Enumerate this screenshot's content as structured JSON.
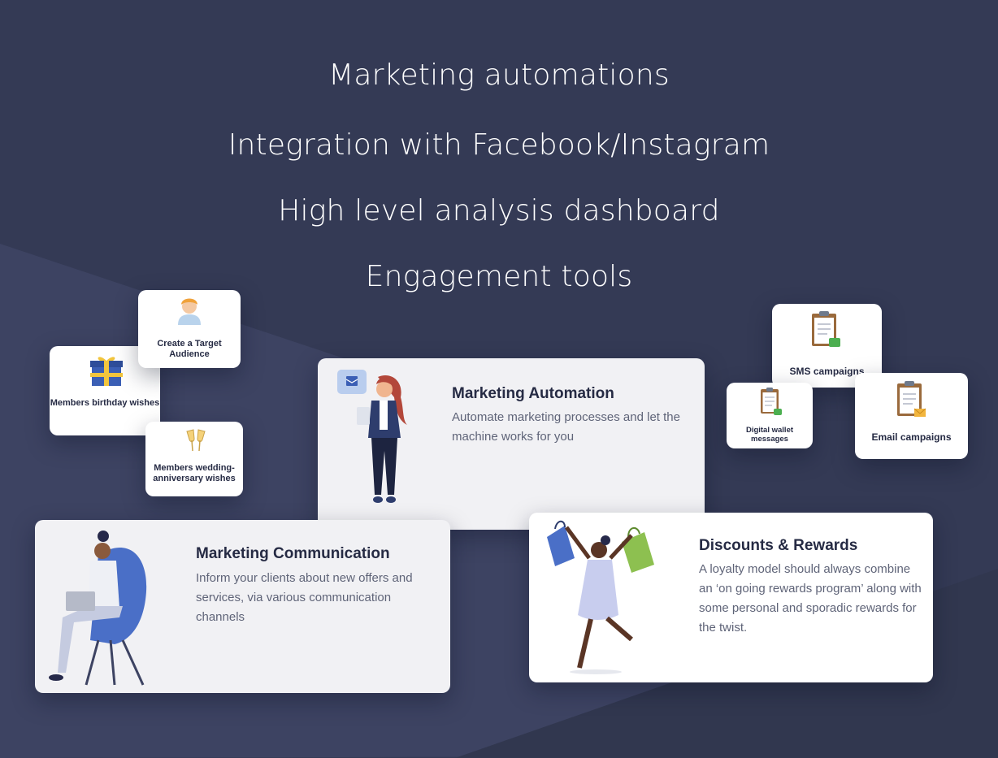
{
  "headlines": [
    "Marketing automations",
    "Integration with Facebook/Instagram",
    "High level analysis dashboard",
    "Engagement tools"
  ],
  "small_cards": {
    "target_audience": "Create a Target Audience",
    "birthday": "Members birthday wishes",
    "anniversary": "Members wedding-anniversary wishes",
    "sms": "SMS campaigns",
    "wallet": "Digital wallet messages",
    "email": "Email campaigns"
  },
  "features": {
    "automation": {
      "title": "Marketing Automation",
      "desc": "Automate marketing processes and let the machine works for you"
    },
    "communication": {
      "title": "Marketing Communication",
      "desc": "Inform your clients about new offers and services, via various communication channels"
    },
    "discounts": {
      "title": "Discounts & Rewards",
      "desc": "A loyalty model should always combine an ‘on going rewards program’ along with some personal and sporadic rewards for the twist."
    }
  },
  "colors": {
    "background": "#343a55",
    "card": "#ffffff",
    "text_dark": "#262b44",
    "text_muted": "#5f6478",
    "accent_blue": "#4a6fc7",
    "accent_green": "#8dc050"
  }
}
